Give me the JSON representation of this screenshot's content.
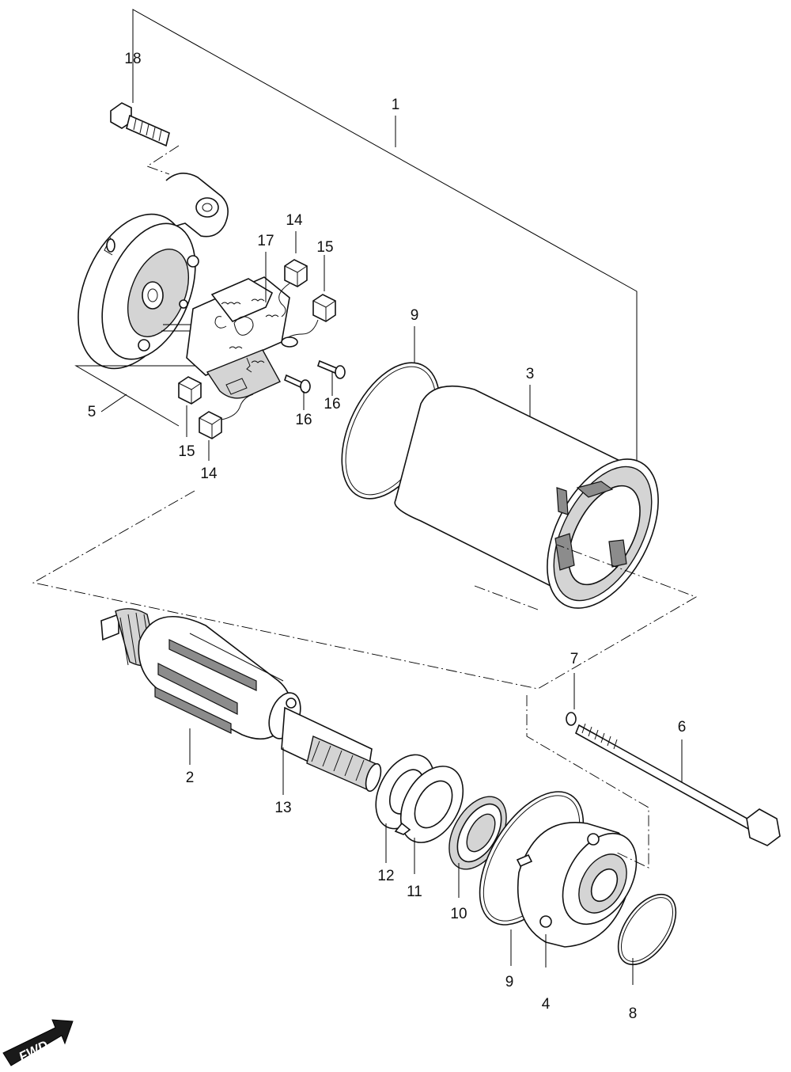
{
  "callouts": [
    {
      "id": "c18",
      "text": "18"
    },
    {
      "id": "c1",
      "text": "1"
    },
    {
      "id": "c14a",
      "text": "14"
    },
    {
      "id": "c15a",
      "text": "15"
    },
    {
      "id": "c17",
      "text": "17"
    },
    {
      "id": "c9a",
      "text": "9"
    },
    {
      "id": "c3",
      "text": "3"
    },
    {
      "id": "c5",
      "text": "5"
    },
    {
      "id": "c16a",
      "text": "16"
    },
    {
      "id": "c16b",
      "text": "16"
    },
    {
      "id": "c15b",
      "text": "15"
    },
    {
      "id": "c14b",
      "text": "14"
    },
    {
      "id": "c7",
      "text": "7"
    },
    {
      "id": "c6",
      "text": "6"
    },
    {
      "id": "c2",
      "text": "2"
    },
    {
      "id": "c13",
      "text": "13"
    },
    {
      "id": "c12",
      "text": "12"
    },
    {
      "id": "c11",
      "text": "11"
    },
    {
      "id": "c10",
      "text": "10"
    },
    {
      "id": "c9b",
      "text": "9"
    },
    {
      "id": "c4",
      "text": "4"
    },
    {
      "id": "c8",
      "text": "8"
    }
  ],
  "direction_badge": {
    "text": "FWD"
  }
}
